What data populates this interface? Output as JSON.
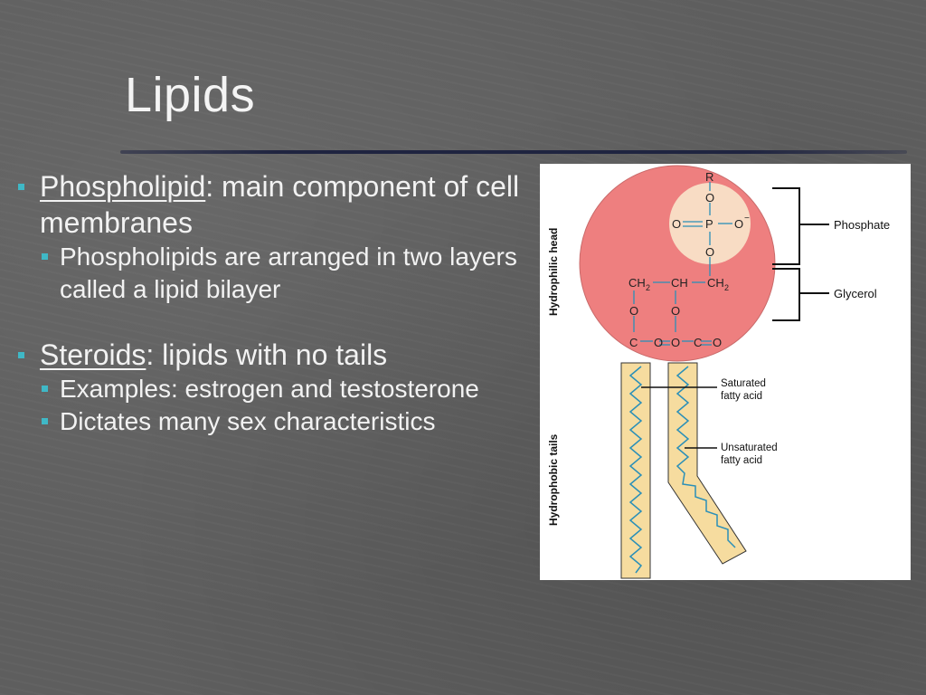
{
  "slide": {
    "title": "Lipids"
  },
  "bullets": {
    "phospholipid": {
      "term": "Phospholipid",
      "rest": ": main component of cell membranes",
      "sub": [
        "Phospholipids are arranged in two layers called a lipid bilayer"
      ]
    },
    "steroids": {
      "term": "Steroids",
      "rest": ": lipids with no tails",
      "sub": [
        "Examples: estrogen and testosterone",
        "Dictates many sex characteristics"
      ]
    }
  },
  "figure": {
    "side_labels": {
      "head": "Hydrophilic head",
      "tails": "Hydrophobic tails"
    },
    "callouts": {
      "phosphate": "Phosphate",
      "glycerol": "Glycerol",
      "saturated": [
        "Saturated",
        "fatty acid"
      ],
      "unsaturated": [
        "Unsaturated",
        "fatty acid"
      ]
    },
    "chem": {
      "r": "R",
      "o": "O",
      "p": "P",
      "o_minus": "O",
      "minus": "−",
      "ch2": "CH",
      "sub2": "2",
      "ch": "CH",
      "c": "C"
    },
    "colors": {
      "head_fill": "#ee7f7f",
      "phosphate_fill": "#f8dcc4",
      "tail_fill": "#f6dc9f",
      "chain": "#2a8fb8"
    }
  }
}
